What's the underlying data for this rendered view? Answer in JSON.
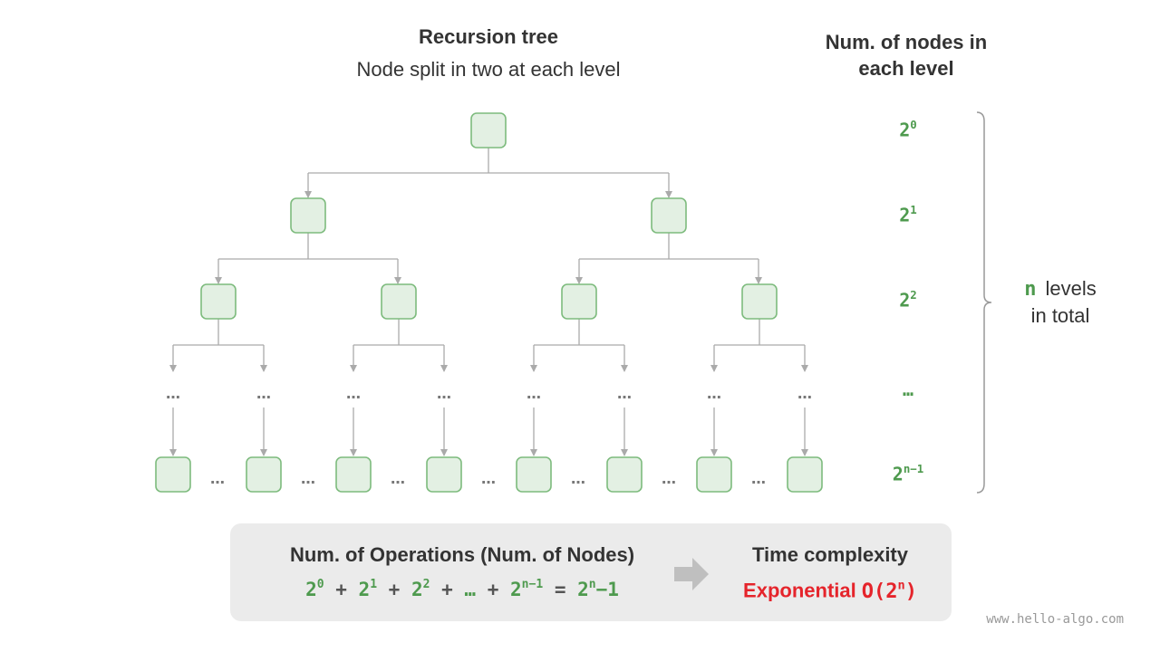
{
  "header": {
    "title": "Recursion tree",
    "subtitle": "Node split in two at each level"
  },
  "level_column": {
    "title": "Num. of nodes in each level",
    "levels": [
      {
        "base": "2",
        "exp": "0"
      },
      {
        "base": "2",
        "exp": "1"
      },
      {
        "base": "2",
        "exp": "2"
      },
      {
        "base": "…",
        "exp": ""
      },
      {
        "base": "2",
        "exp": "n−1"
      }
    ]
  },
  "total": {
    "n": "n",
    "text1": "levels",
    "text2": "in total"
  },
  "tree": {
    "ellipsis": "…",
    "node_color": "#e3f0e3",
    "node_border": "#7dbb7d",
    "edge_color": "#aaaaaa"
  },
  "operations": {
    "title": "Num. of Operations (Num. of Nodes)",
    "terms": [
      {
        "base": "2",
        "exp": "0"
      },
      {
        "base": "2",
        "exp": "1"
      },
      {
        "base": "2",
        "exp": "2"
      },
      {
        "base": "…",
        "exp": ""
      },
      {
        "base": "2",
        "exp": "n−1"
      }
    ],
    "plus": "+",
    "equals": "=",
    "result": {
      "base": "2",
      "exp": "n",
      "tail": "−1"
    }
  },
  "complexity": {
    "title": "Time complexity",
    "label": "Exponential",
    "notation_prefix": "O(2",
    "notation_exp": "n",
    "notation_suffix": ")"
  },
  "watermark": "www.hello-algo.com",
  "colors": {
    "accent_green": "#4e9a4e",
    "accent_red": "#e5242b",
    "text": "#333333",
    "panel": "#ebebeb"
  }
}
